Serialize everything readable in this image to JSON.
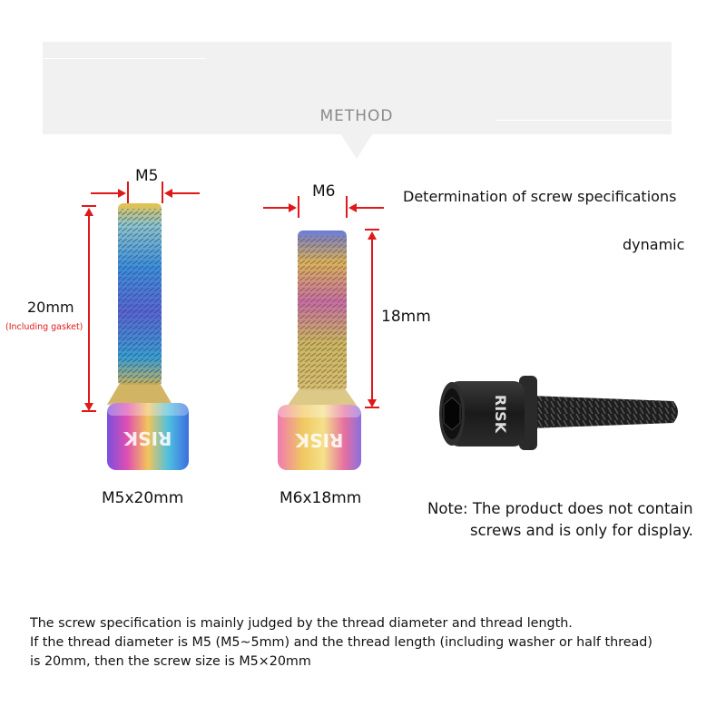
{
  "method_title": "METHOD",
  "screw_left": {
    "diameter_label": "M5",
    "length_label": "20mm",
    "length_note": "(Including gasket)",
    "size_label": "M5x20mm",
    "head_logo": "RISK"
  },
  "screw_middle": {
    "diameter_label": "M6",
    "length_label": "18mm",
    "size_label": "M6x18mm",
    "head_logo": "RISK"
  },
  "screw_black": {
    "head_logo": "RISK"
  },
  "right_panel": {
    "heading": "Determination of screw specifications",
    "subheading": "dynamic"
  },
  "note": {
    "line1": "Note: The product does not contain",
    "line2": "screws and is only for display."
  },
  "description": {
    "line1": "The screw specification is mainly judged by the thread diameter and thread length.",
    "line2": "If the thread diameter is M5 (M5~5mm) and the thread length (including washer or half thread)",
    "line3": "is 20mm, then the screw size is M5×20mm"
  },
  "colors": {
    "dimension_red": "#e01818",
    "banner_gray": "#f1f1f1",
    "black_screw": "#1e1e1e"
  }
}
